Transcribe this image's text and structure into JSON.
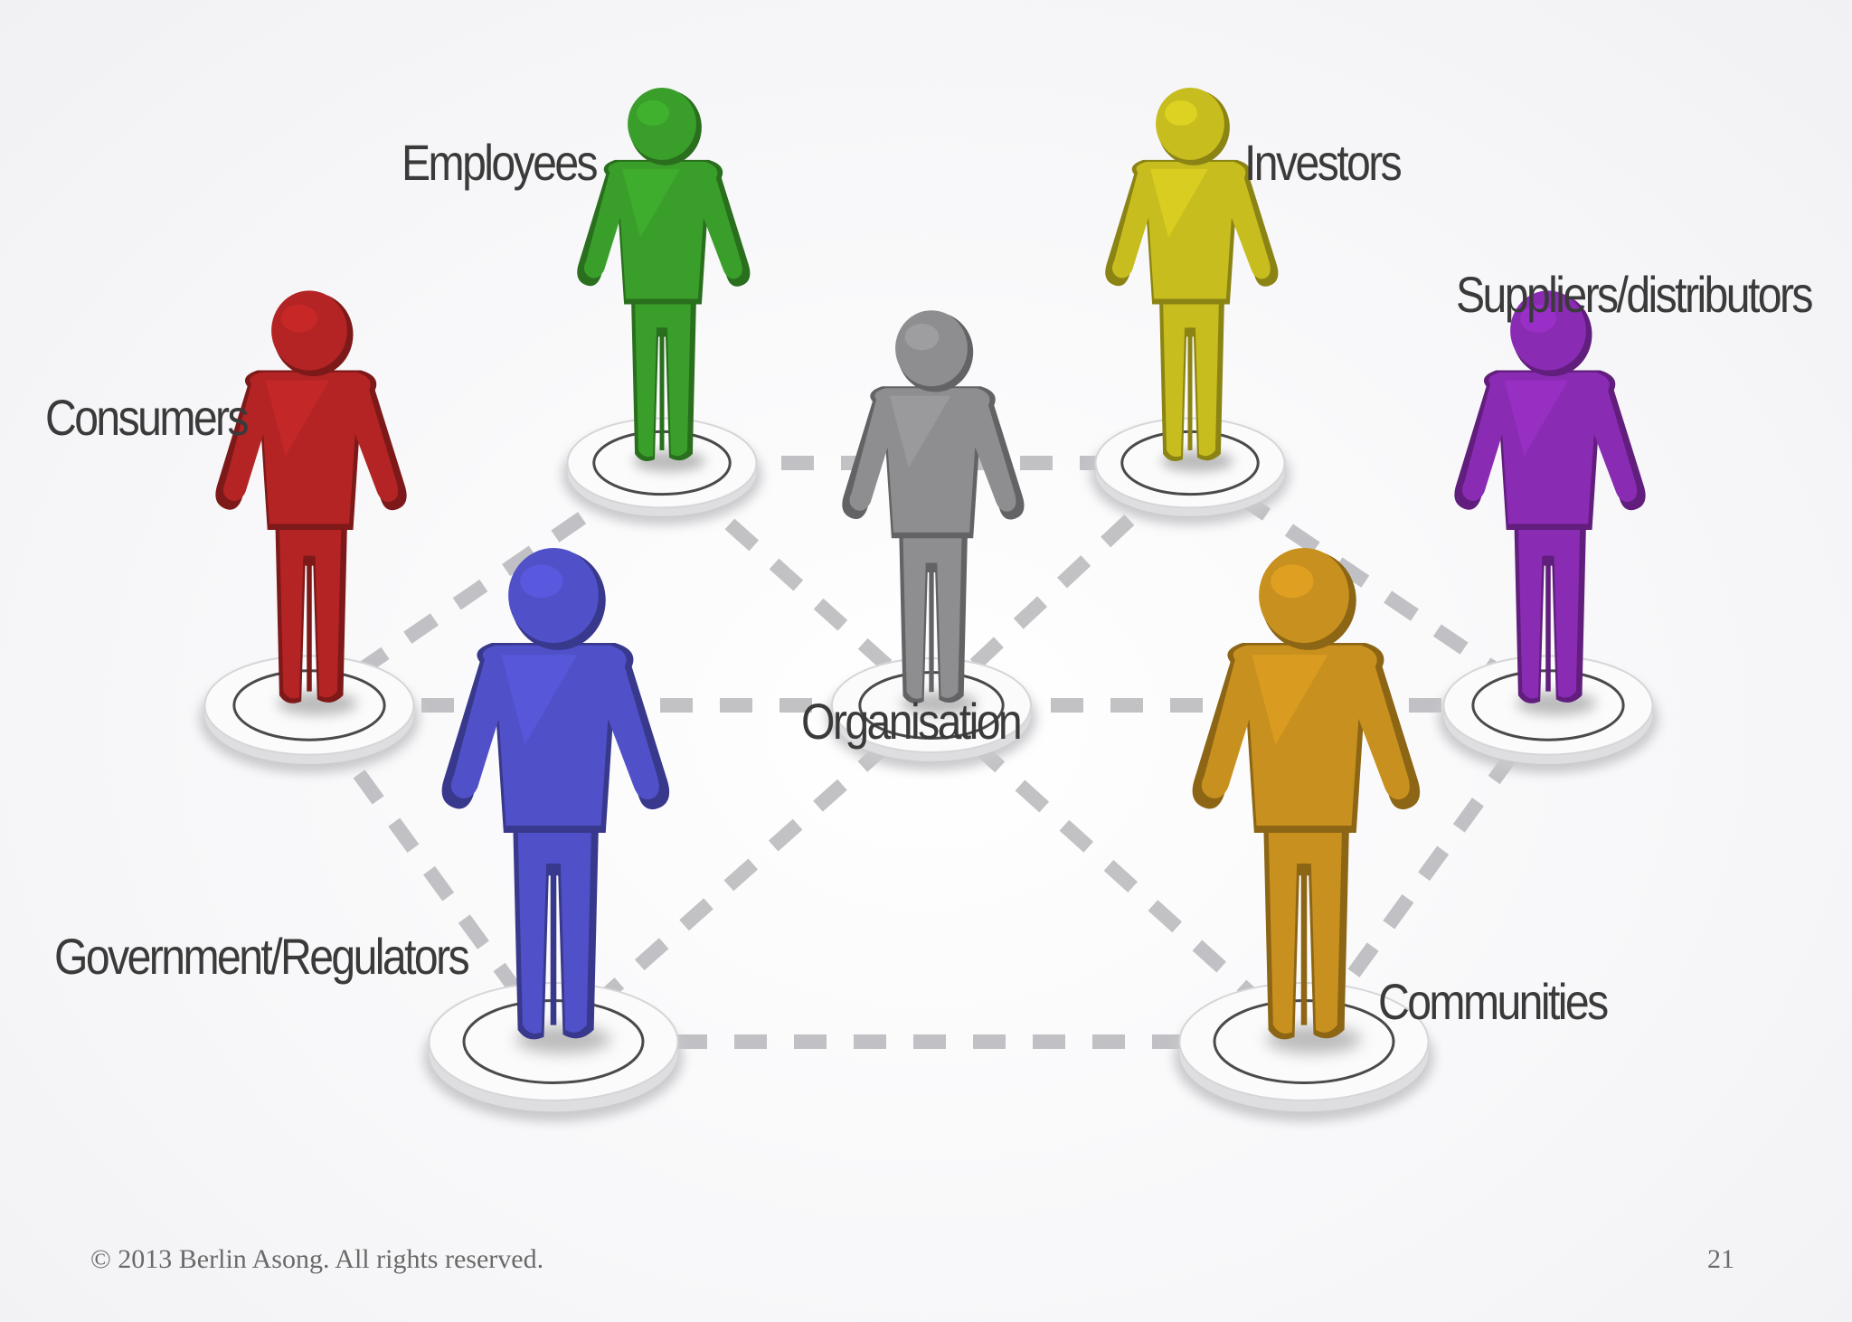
{
  "labels": {
    "center": "Organisation",
    "employees": "Employees",
    "investors": "Investors",
    "suppliers": "Suppliers/distributors",
    "consumers": "Consumers",
    "government": "Government/Regulators",
    "communities": "Communities"
  },
  "colors": {
    "center": "#8e8e90",
    "employees": "#3a9f2a",
    "investors": "#c7bd1e",
    "suppliers": "#8a2bb3",
    "consumers": "#b42424",
    "government": "#5050c8",
    "communities": "#c8901e"
  },
  "footer": {
    "copyright": "© 2013 Berlin Asong. All rights reserved.",
    "page_number": "21"
  }
}
